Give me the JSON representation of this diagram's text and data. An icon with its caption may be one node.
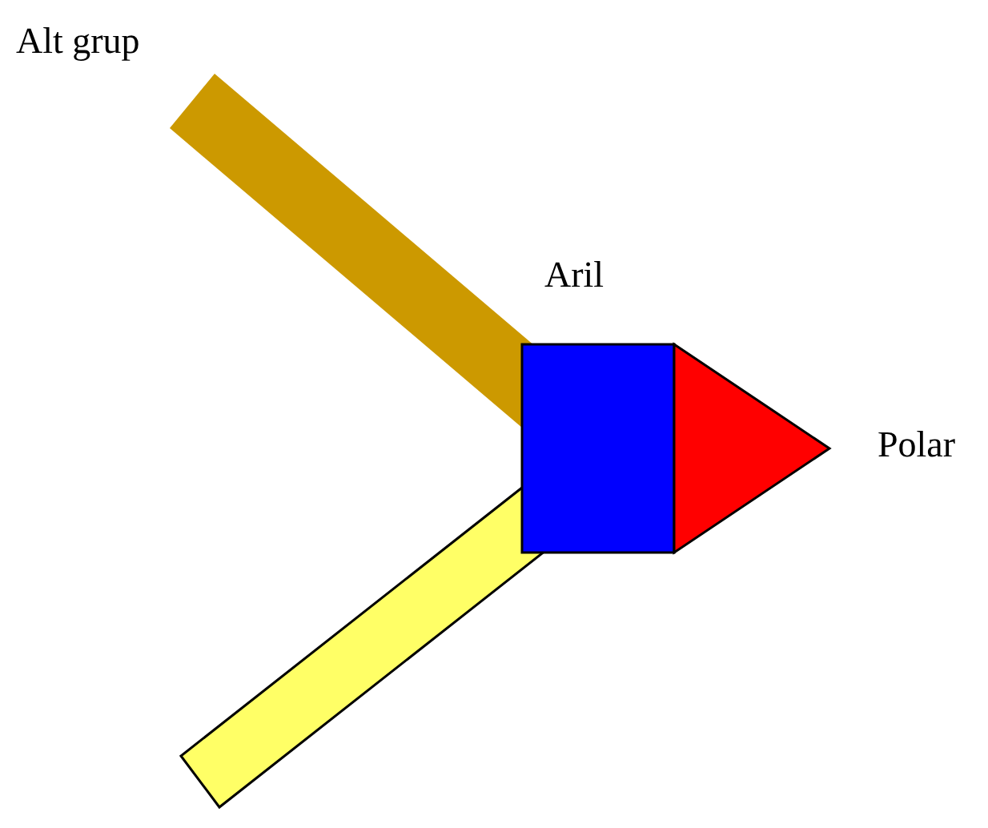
{
  "diagram": {
    "nodes": [
      {
        "text": [],
        "shape": "bar"
      },
      {
        "text": [],
        "shape": "bar"
      },
      {
        "text": [],
        "shape": "box"
      },
      {
        "text": [],
        "shape": "triangle"
      }
    ],
    "labels": [
      "Alt grup",
      "Aril",
      "Polar"
    ]
  }
}
